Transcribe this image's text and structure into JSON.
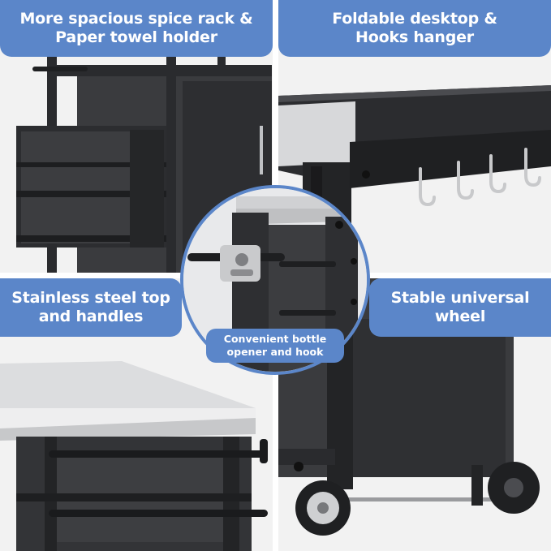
{
  "features": {
    "top_left": {
      "line1": "More spacious spice rack &",
      "line2": "Paper towel holder"
    },
    "top_right": {
      "line1": "Foldable desktop &",
      "line2": "Hooks hanger"
    },
    "mid_left": {
      "line1": "Stainless steel top",
      "line2": "and handles"
    },
    "mid_right": {
      "line1": "Stable universal",
      "line2": "wheel"
    },
    "center": {
      "line1": "Convenient bottle",
      "line2": "opener and hook"
    }
  },
  "colors": {
    "accent": "#5b86c9",
    "cart": "#2f3033",
    "steel": "#d9dadc"
  },
  "icons": [
    "spice-rack-icon",
    "hook-icon",
    "bottle-opener-icon",
    "wheel-icon"
  ]
}
